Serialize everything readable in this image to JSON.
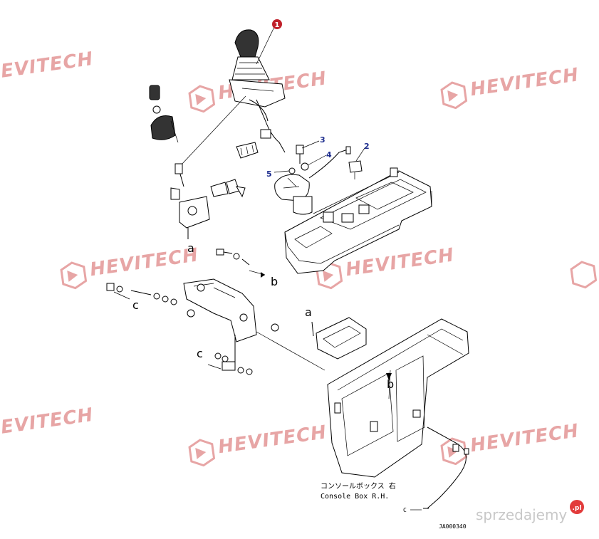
{
  "callouts": {
    "main": "1",
    "p2": "2",
    "p3": "3",
    "p4": "4",
    "p5": "5"
  },
  "refs": {
    "a_top": "a",
    "a_frame": "a",
    "b_bracket": "b",
    "b_frame": "b",
    "c_bolt": "c",
    "c_pin": "c"
  },
  "caption": {
    "jp": "コンソールボックス 右",
    "en": "Console Box R.H."
  },
  "harness_label": "C",
  "drawing_code": "JA000340",
  "watermark": {
    "text": "HEVITECH",
    "color": "#e7a5a5"
  },
  "marketplace": {
    "text": "sprzedajemy",
    "badge": ".pl",
    "badge_color": "#e23b3b"
  },
  "colors": {
    "callout_main": "#c0202a",
    "callout_numbers": "#1f2f8f"
  }
}
